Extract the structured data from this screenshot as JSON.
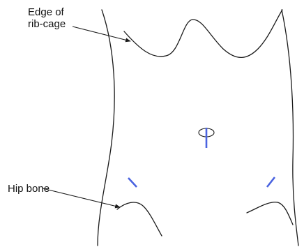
{
  "labels": {
    "ribcage_line1": "Edge of",
    "ribcage_line2": "rib-cage",
    "hip": "Hip bone"
  },
  "colors": {
    "outline": "#1a1a1a",
    "incision": "#4a63e0",
    "background": "#ffffff"
  }
}
